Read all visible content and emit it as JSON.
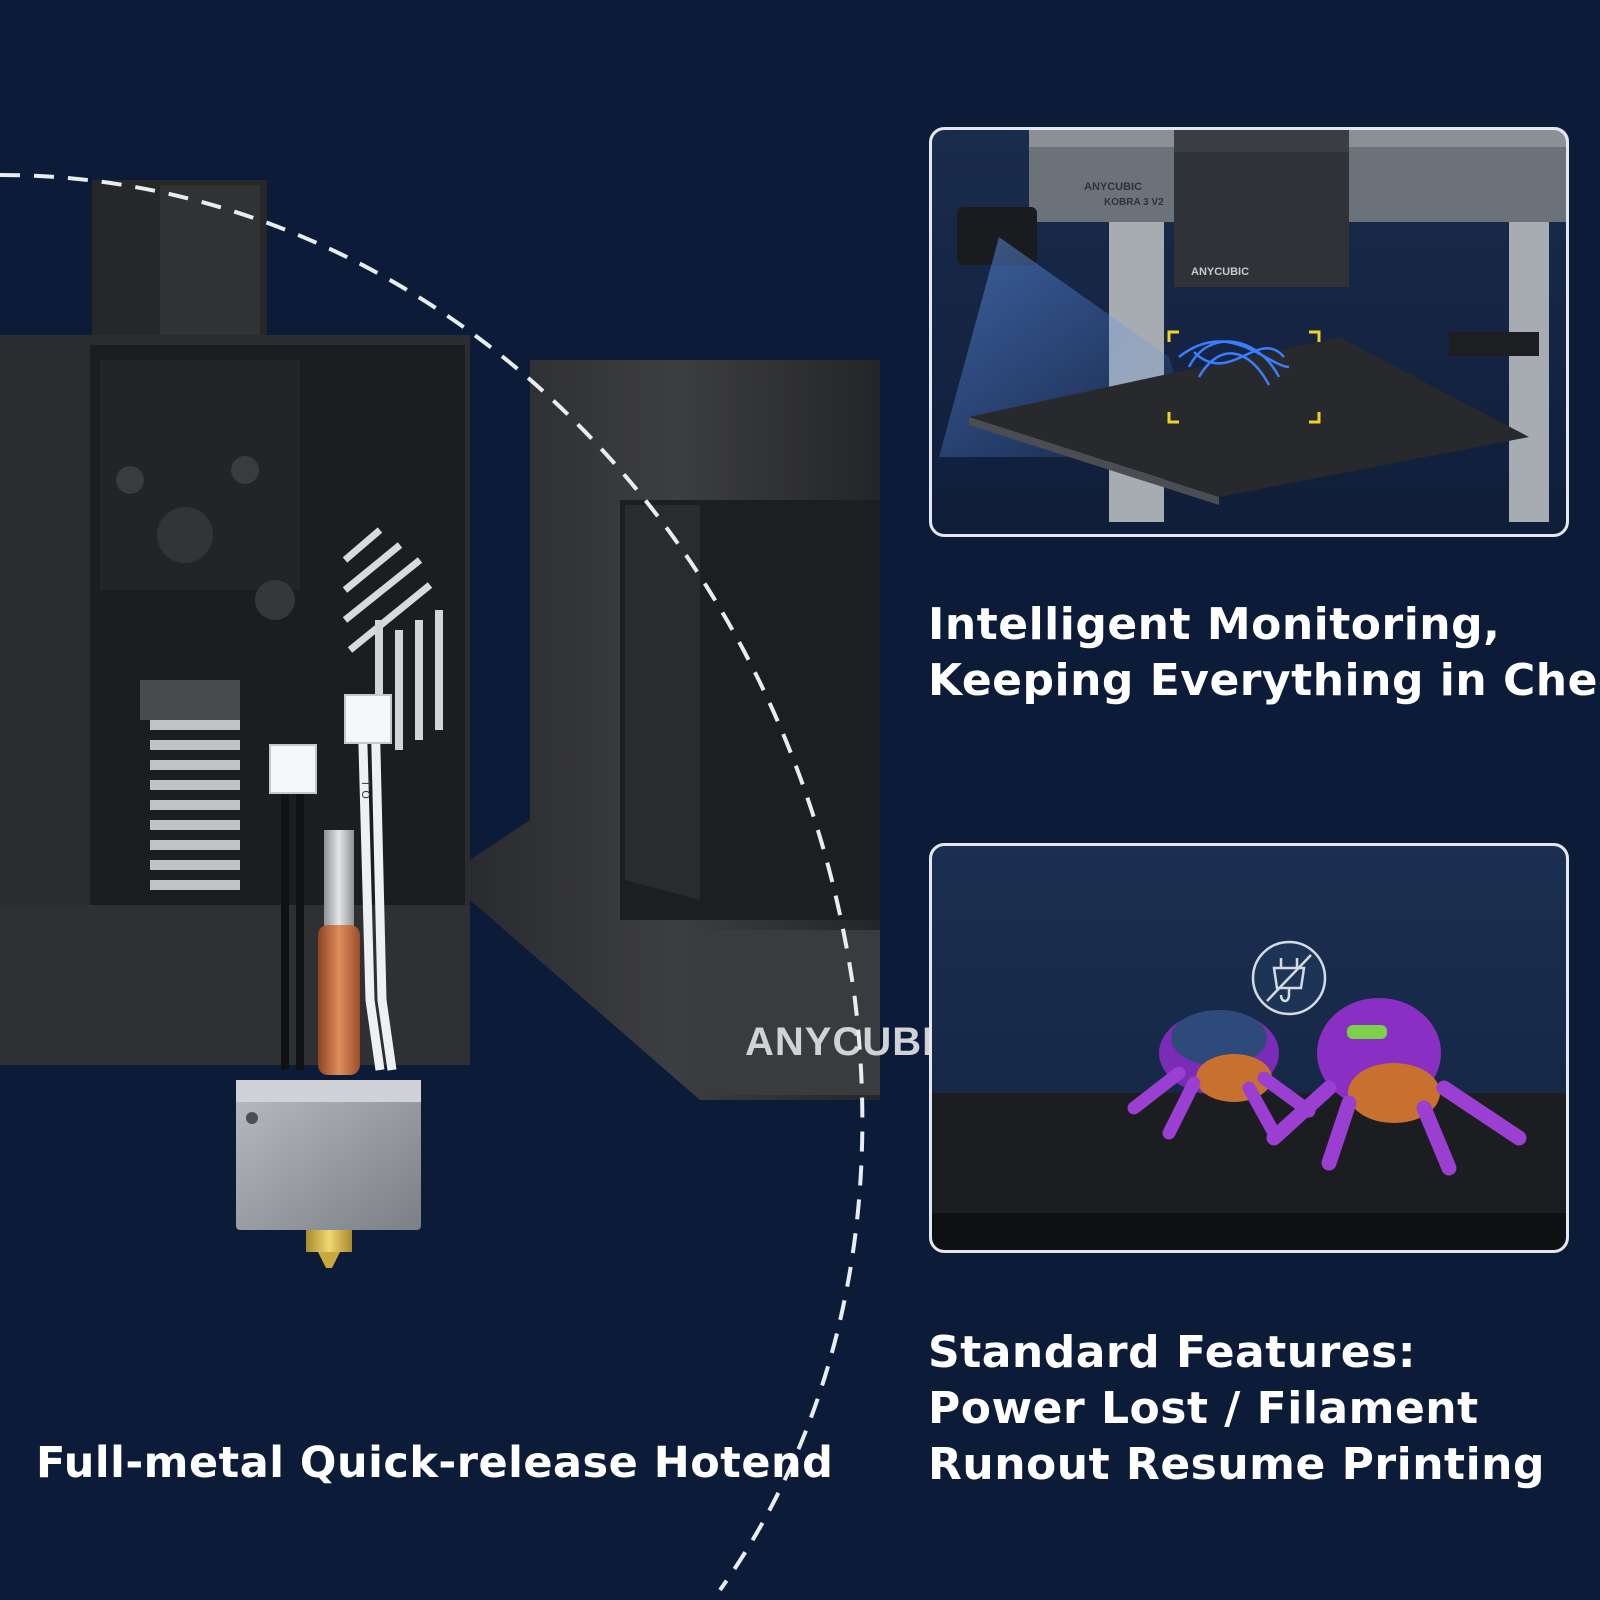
{
  "captions": {
    "hotend": "Full-metal Quick-release Hotend",
    "monitoring": [
      "Intelligent Monitoring,",
      "Keeping Everything in Chec"
    ],
    "resume": [
      "Standard Features:",
      "Power Lost / Filament",
      "Runout Resume Printing"
    ]
  },
  "brand": {
    "frame_logo": "ANYCUBI",
    "printer_badge_line1": "ANYCUBIC",
    "printer_badge_line2": "KOBRA 3 V2",
    "toolhead_logo": "ANYCUBIC"
  },
  "hotend_label": "T O",
  "icons": {
    "power_loss_icon": "unplugged-plug-icon"
  },
  "colors": {
    "background": "#0c1c38",
    "panel_border": "#e4e8ee",
    "bracket_yellow": "#f2d12a",
    "scan_blue": "#3b7dff",
    "spider_purple": "#8a2fc4",
    "copper": "#c8703e"
  }
}
